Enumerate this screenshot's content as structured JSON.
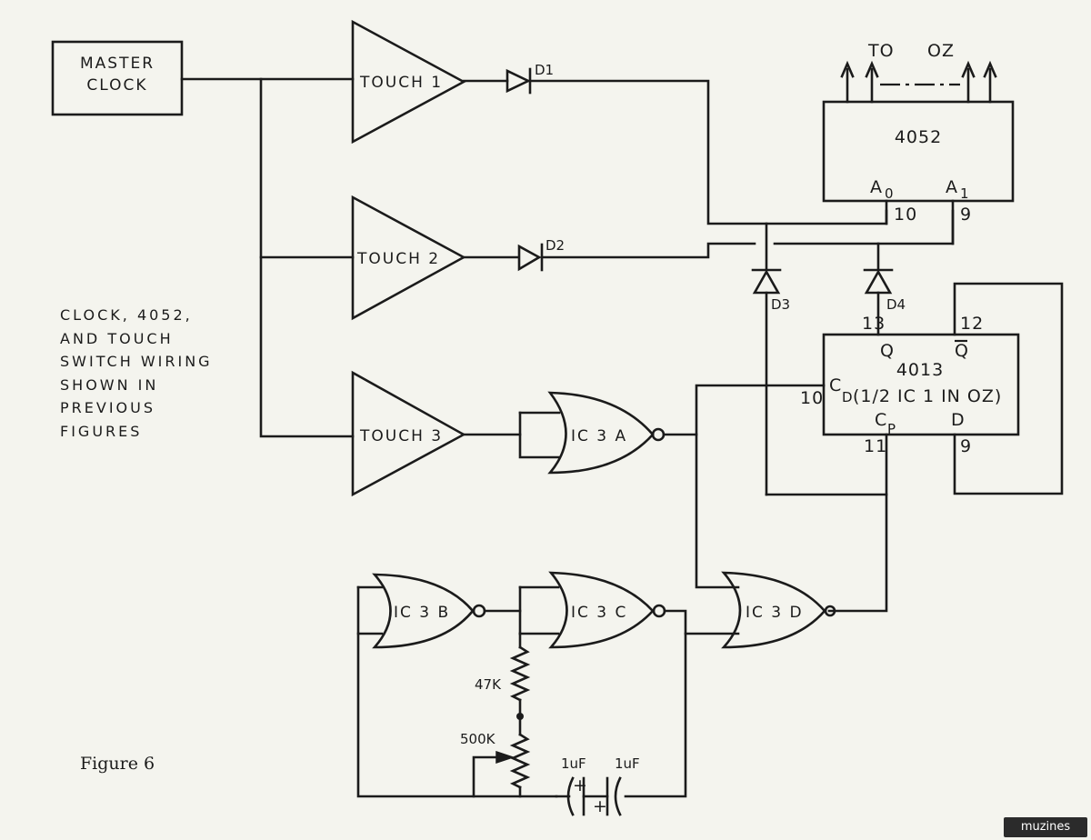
{
  "labels": {
    "master_clock_line1": "MASTER",
    "master_clock_line2": "CLOCK",
    "touch1": "TOUCH 1",
    "touch2": "TOUCH 2",
    "touch3": "TOUCH 3",
    "d1": "D1",
    "d2": "D2",
    "d3": "D3",
    "d4": "D4",
    "to_oz_to": "TO",
    "to_oz_oz": "OZ",
    "ic4052": "4052",
    "a0": "A",
    "a0_sub": "0",
    "a1": "A",
    "a1_sub": "1",
    "pin10_4052": "10",
    "pin9_4052": "9",
    "ic4013": "4013",
    "ic4013_note": "(1/2 IC 1 IN OZ)",
    "cd": "C",
    "cd_sub": "D",
    "cp": "C",
    "cp_sub": "P",
    "q": "Q",
    "qbar": "Q",
    "d_in": "D",
    "pin13": "13",
    "pin12": "12",
    "pin10_4013": "10",
    "pin11": "11",
    "pin9_4013": "9",
    "ic3a": "IC 3 A",
    "ic3b": "IC 3 B",
    "ic3c": "IC 3 C",
    "ic3d": "IC 3 D",
    "r47k": "47K",
    "r500k": "500K",
    "c1": "1uF",
    "c2": "1uF",
    "plus1": "+",
    "plus2": "+"
  },
  "notes": "CLOCK, 4052,\nAND TOUCH\nSWITCH WIRING\nSHOWN IN\nPREVIOUS\nFIGURES",
  "caption": "Figure 6",
  "badge": "muzines"
}
